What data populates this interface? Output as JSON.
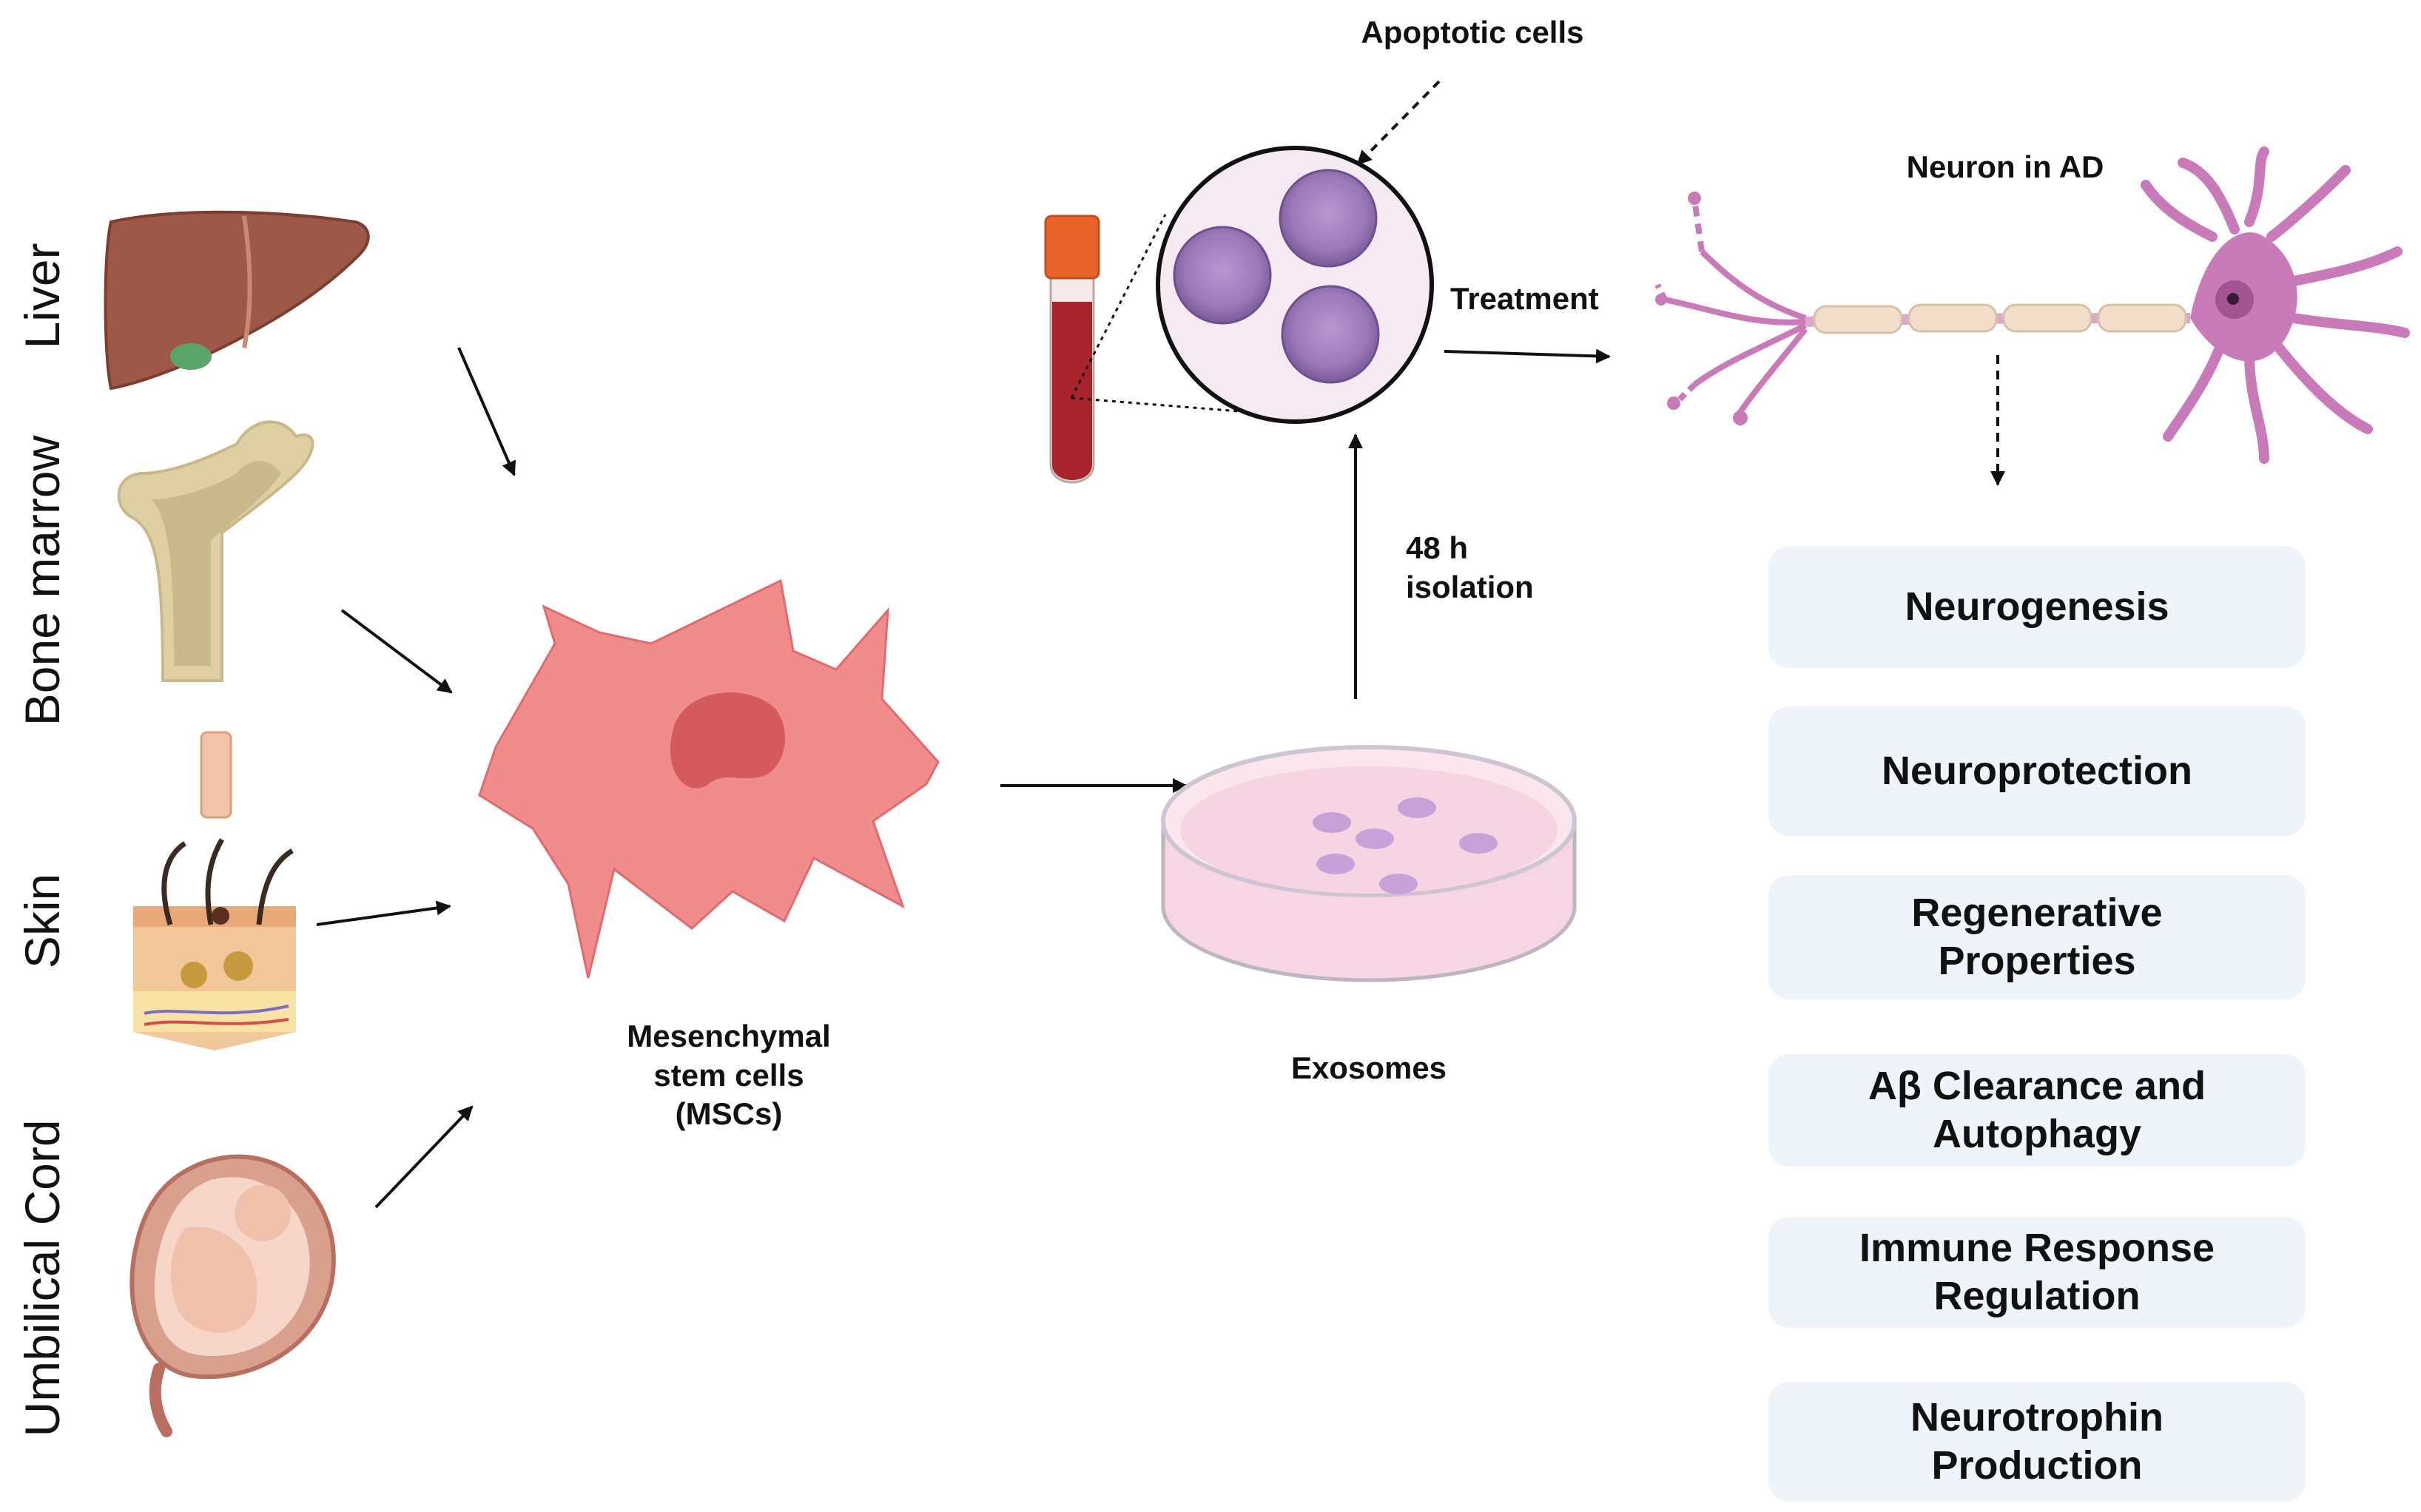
{
  "sources": {
    "liver": "Liver",
    "bone_marrow": "Bone marrow",
    "skin": "Skin",
    "umbilical_cord": "Umbilical Cord"
  },
  "labels": {
    "msc": "Mesenchymal\nstem cells\n(MSCs)",
    "exosomes": "Exosomes",
    "isolation": "48 h\nisolation",
    "apoptotic": "Apoptotic cells",
    "treatment": "Treatment",
    "neuron": "Neuron in AD"
  },
  "effects": [
    "Neurogenesis",
    "Neuroprotection",
    "Regenerative\nProperties",
    "Aβ Clearance and\nAutophagy",
    "Immune Response\nRegulation",
    "Neurotrophin\nProduction"
  ],
  "colors": {
    "msc_fill": "#f08c8c",
    "nucleus": "#d45a5e",
    "liver": "#9e5848",
    "neuron": "#c97ab8",
    "effect_bg": "#eef4fa",
    "blood": "#a8242c",
    "cap": "#e8632a",
    "apoptotic_cell": "#9b78b8",
    "dish": "#f6d6e2"
  }
}
